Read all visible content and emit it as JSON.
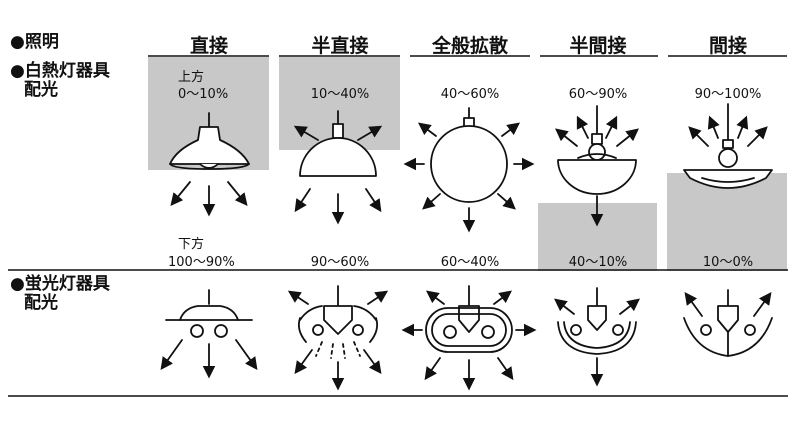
{
  "title": "●照明",
  "row_labels": {
    "incandescent": {
      "line1": "●白熱灯器具",
      "line2": "配光"
    },
    "fluorescent": {
      "line1": "●蛍光灯器具",
      "line2": "配光"
    }
  },
  "columns": [
    {
      "name": "直接",
      "upward": "0〜10%",
      "downward": "100〜90%"
    },
    {
      "name": "半直接",
      "upward": "10〜40%",
      "downward": "90〜60%"
    },
    {
      "name": "全般拡散",
      "upward": "40〜60%",
      "downward": "60〜40%"
    },
    {
      "name": "半間接",
      "upward": "60〜90%",
      "downward": "40〜10%"
    },
    {
      "name": "間接",
      "upward": "90〜100%",
      "downward": "10〜0%"
    }
  ],
  "direct_labels": {
    "upward": "上方",
    "downward": "下方"
  },
  "colors": {
    "shade": "#c8c8c8",
    "line": "#111111"
  }
}
